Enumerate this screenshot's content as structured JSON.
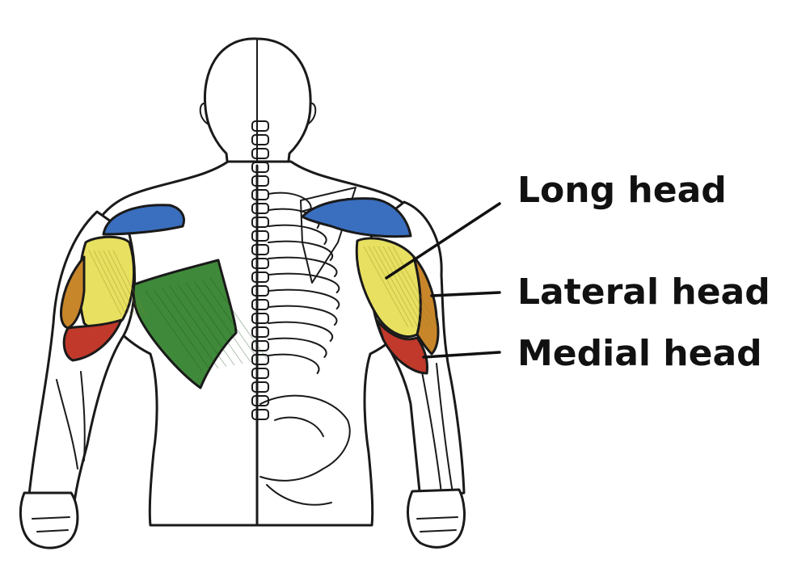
{
  "labels": {
    "long_head": "Long head",
    "lateral_head": "Lateral head",
    "medial_head": "Medial head"
  },
  "colors": {
    "deltoid": "#3a6fc0",
    "long_head": "#e8e060",
    "lateral_head": "#c8862a",
    "medial_head": "#c0392b",
    "latissimus": "#3f8a3a",
    "line": "#1a1a1a"
  }
}
